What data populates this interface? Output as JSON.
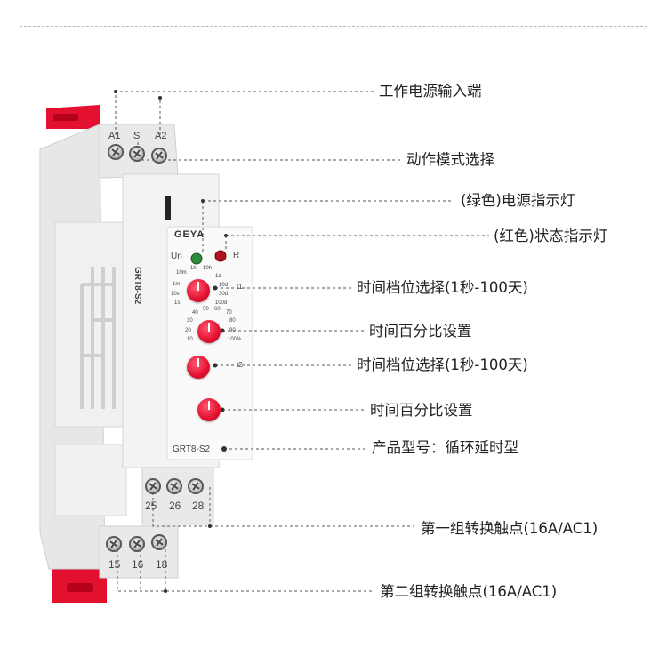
{
  "callouts": {
    "power_input": "工作电源输入端",
    "mode_select": "动作模式选择",
    "green_led": "(绿色)电源指示灯",
    "red_led": "(红色)状态指示灯",
    "time_range_1": "时间档位选择(1秒-100天)",
    "time_percent_1": "时间百分比设置",
    "time_range_2": "时间档位选择(1秒-100天)",
    "time_percent_2": "时间百分比设置",
    "model_type": "产品型号：循环延时型",
    "contact_group_1": "第一组转换触点(16A/AC1)",
    "contact_group_2": "第二组转换触点(16A/AC1)"
  },
  "device": {
    "brand": "GEYA",
    "model_front": "GRT8-S2",
    "model_side": "GRT8-S2",
    "led_un": "Un",
    "led_r": "R",
    "t1": "t1",
    "t2": "t2",
    "top_terminals": [
      "A1",
      "S",
      "A2"
    ],
    "mid_terminals": [
      "25",
      "26",
      "28"
    ],
    "bottom_terminals": [
      "15",
      "16",
      "18"
    ],
    "range_labels": [
      "10m",
      "1h",
      "10h",
      "1d",
      "1m",
      "10d",
      "10s",
      "30d",
      "1s",
      "100d"
    ],
    "percent_labels": [
      "40",
      "50",
      "60",
      "70",
      "30",
      "80",
      "20",
      "90",
      "10",
      "100%"
    ]
  },
  "colors": {
    "accent_red": "#e3102f",
    "led_green": "#2f8a3a",
    "led_red": "#b0121f",
    "body_gray": "#ececec"
  }
}
